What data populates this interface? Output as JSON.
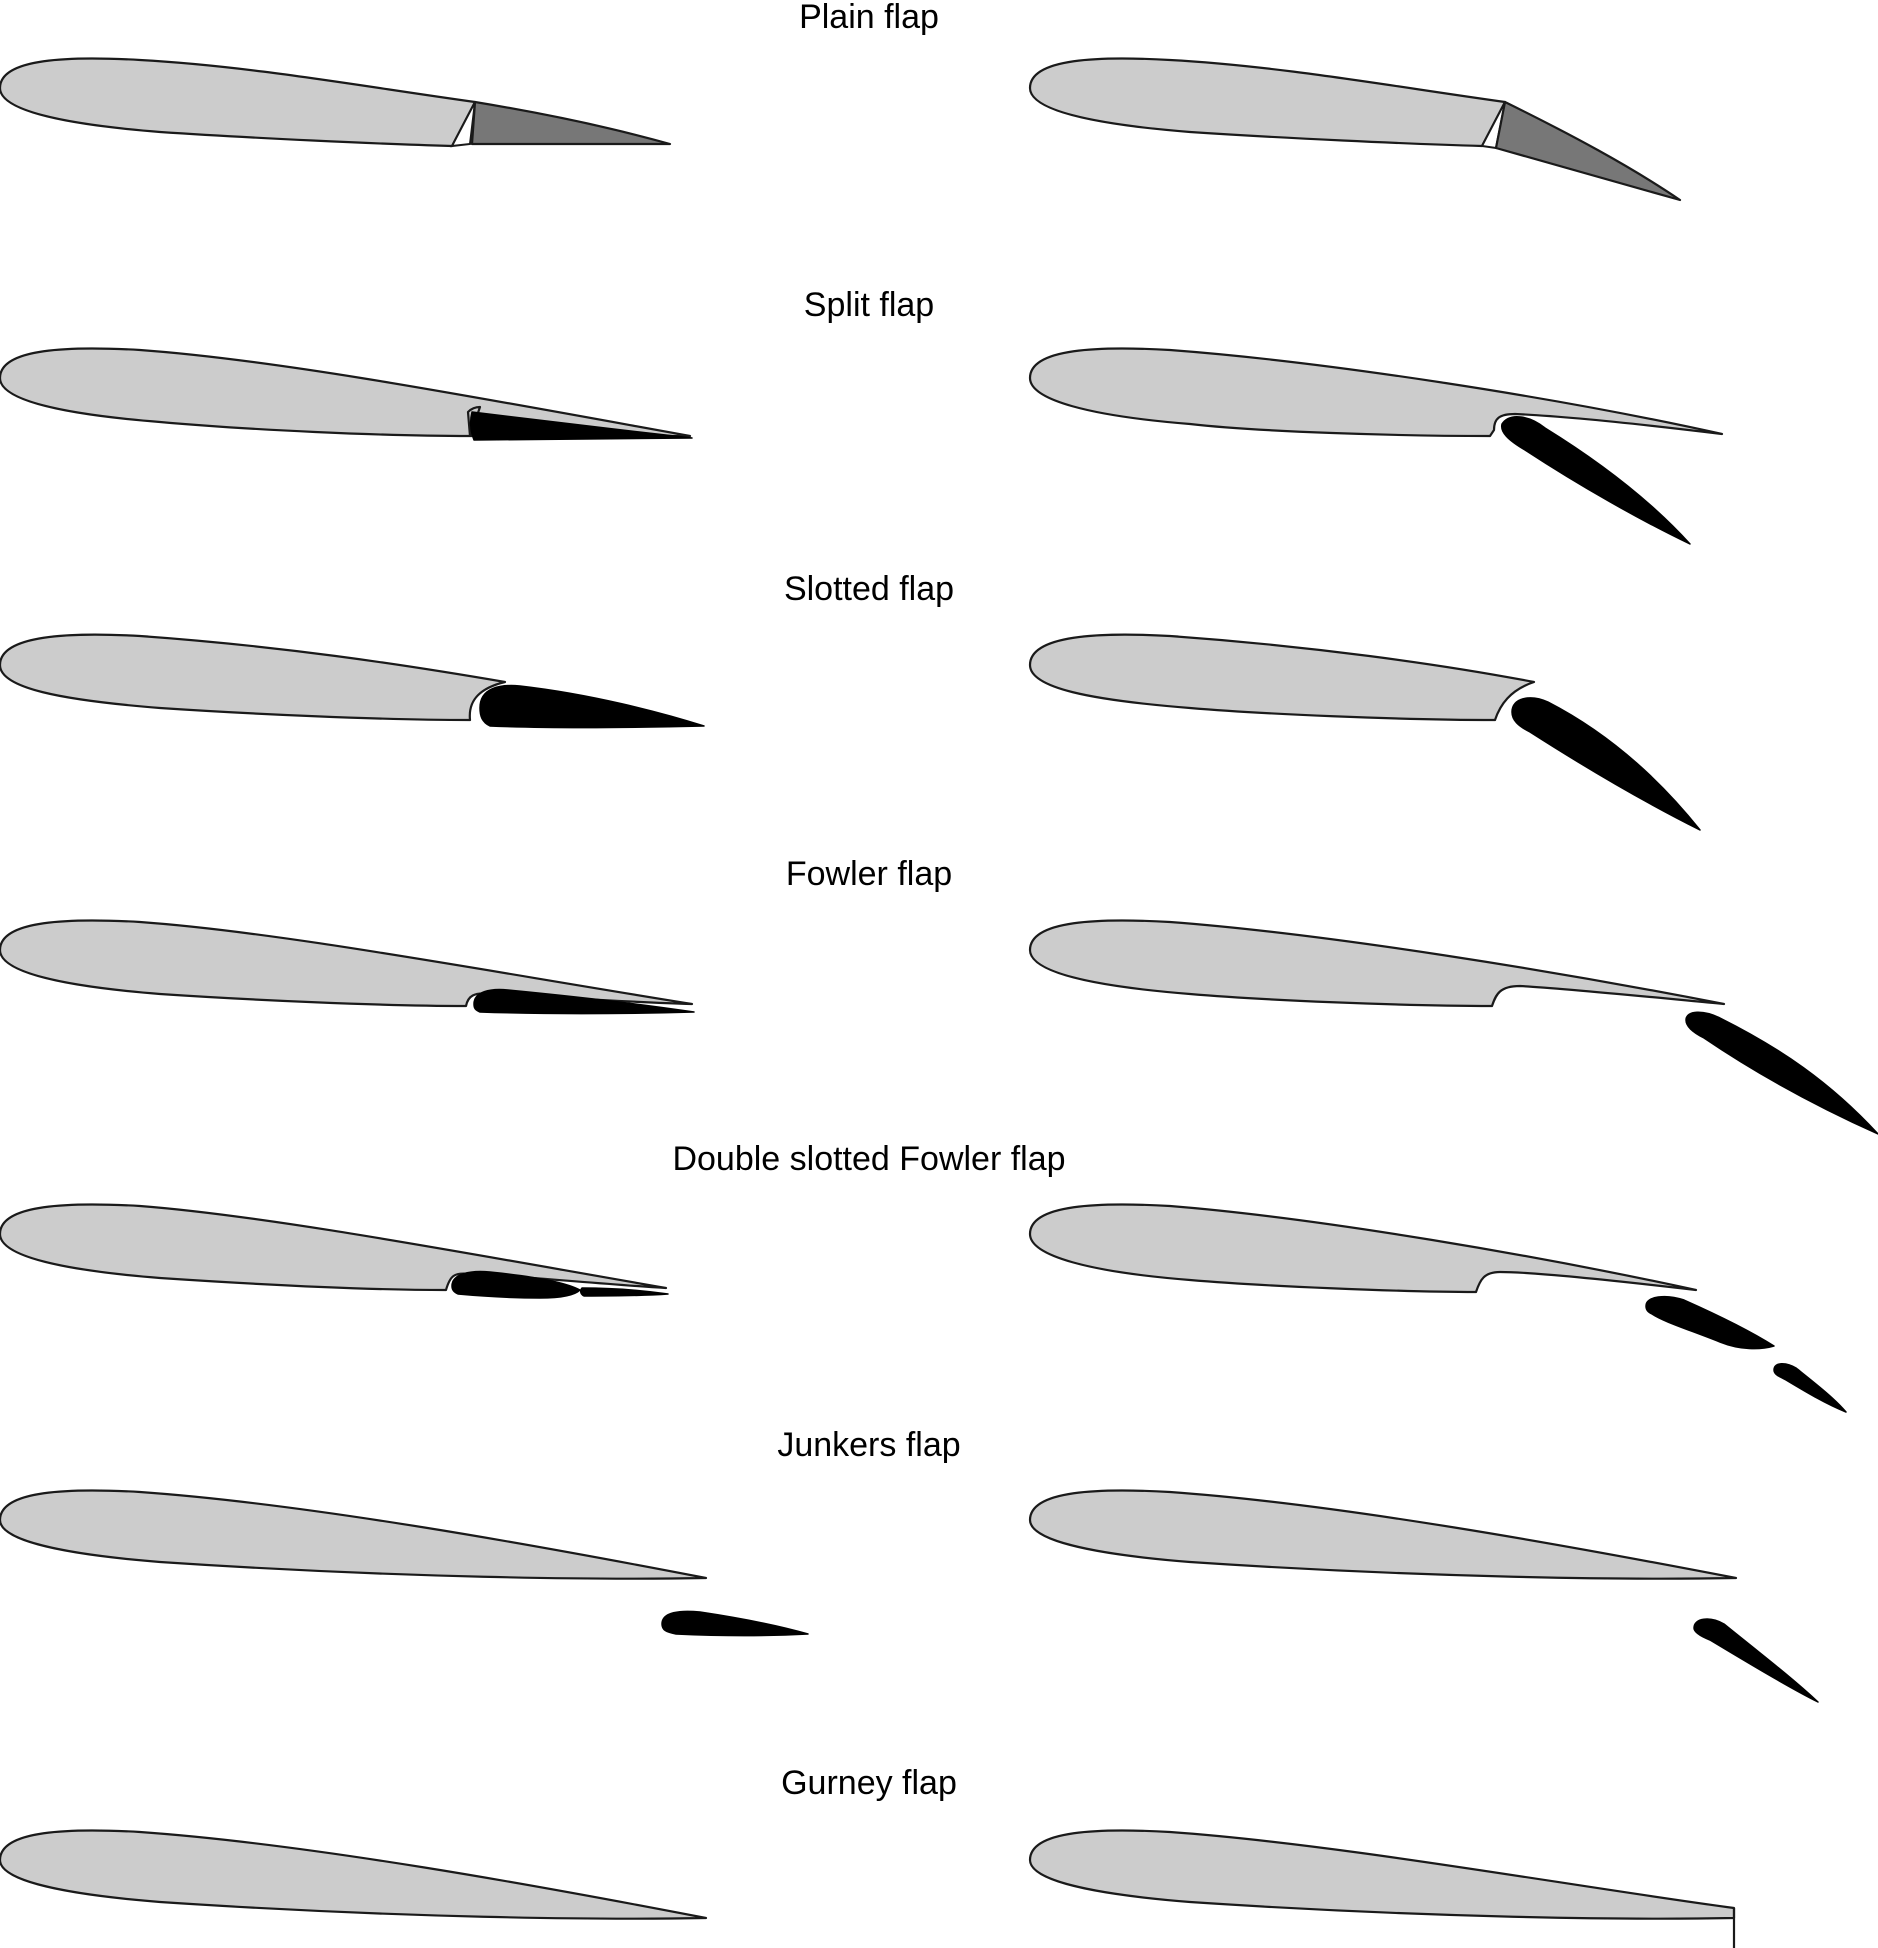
{
  "titles": {
    "plain": "Plain flap",
    "split": "Split flap",
    "slotted": "Slotted flap",
    "fowler": "Fowler flap",
    "double_fowler": "Double slotted Fowler flap",
    "junkers": "Junkers flap",
    "gurney": "Gurney flap"
  },
  "colors": {
    "wing_fill": "#cccccc",
    "plain_flap_fill": "#777777",
    "flap_fill": "#000000",
    "outline": "#1a1a1a"
  }
}
